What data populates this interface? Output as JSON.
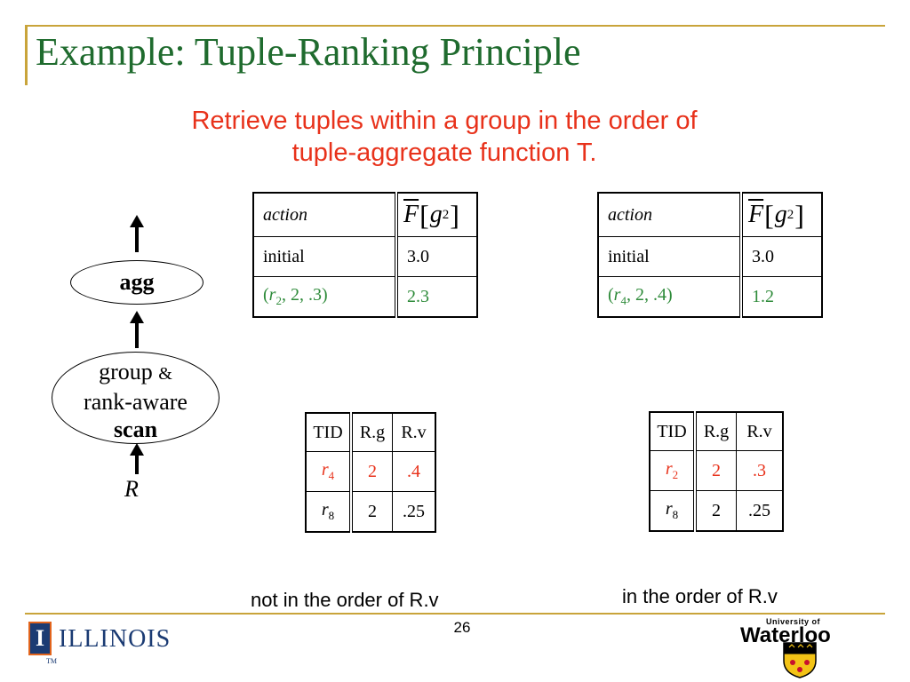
{
  "slide": {
    "title": "Example: Tuple-Ranking Principle",
    "subtitle_line1": "Retrieve tuples within a group in the order of",
    "subtitle_line2": "tuple-aggregate function T.",
    "page_number": "26"
  },
  "operators": {
    "agg_label": "agg",
    "scan_line1": "group",
    "scan_amp": "&",
    "scan_line2": "rank-aware",
    "scan_line3": "scan",
    "relation": "R"
  },
  "left_action_table": {
    "header_action": "action",
    "header_func": "F",
    "header_arg": "g",
    "header_sub": "2",
    "row1_action": "initial",
    "row1_value": "3.0",
    "row2_open": "(",
    "row2_tuple": "r",
    "row2_sub": "2",
    "row2_rest": ", 2, .3)",
    "row2_value": "2.3"
  },
  "right_action_table": {
    "header_action": "action",
    "header_func": "F",
    "header_arg": "g",
    "header_sub": "2",
    "row1_action": "initial",
    "row1_value": "3.0",
    "row2_open": "(",
    "row2_tuple": "r",
    "row2_sub": "4",
    "row2_rest": ", 2, .4)",
    "row2_value": "1.2"
  },
  "left_tuple_table": {
    "headers": [
      "TID",
      "R.g",
      "R.v"
    ],
    "row1": {
      "tid": "r",
      "tid_sub": "4",
      "g": "2",
      "v": ".4"
    },
    "row2": {
      "tid": "r",
      "tid_sub": "8",
      "g": "2",
      "v": ".25"
    }
  },
  "right_tuple_table": {
    "headers": [
      "TID",
      "R.g",
      "R.v"
    ],
    "row1": {
      "tid": "r",
      "tid_sub": "2",
      "g": "2",
      "v": ".3"
    },
    "row2": {
      "tid": "r",
      "tid_sub": "8",
      "g": "2",
      "v": ".25"
    }
  },
  "captions": {
    "left": "not in the order of R.v",
    "right": "in the order of R.v"
  },
  "logos": {
    "illinois_mark": "I",
    "illinois_tm": "TM",
    "illinois_text": "ILLINOIS",
    "waterloo_small": "University of",
    "waterloo_text": "Waterloo"
  },
  "colors": {
    "title": "#1f6b2e",
    "highlight_red": "#e8321b",
    "highlight_green": "#2e8b3a",
    "rule_gold": "#c9a43a"
  }
}
